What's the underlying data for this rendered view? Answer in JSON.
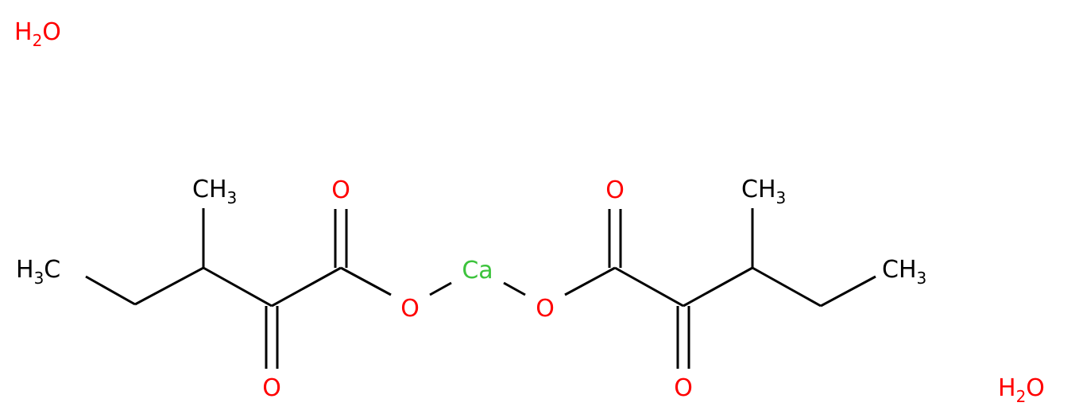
{
  "colors": {
    "carbon": "#000000",
    "oxygen": "#ff0000",
    "calcium": "#3cc33c",
    "background": "#ffffff"
  },
  "water": {
    "top_left": {
      "h": "H",
      "sub": "2",
      "o": "O"
    },
    "bottom_right": {
      "h": "H",
      "sub": "2",
      "o": "O"
    }
  },
  "calcium": "Ca",
  "left_ligand": {
    "ketone_o": "O",
    "carboxyl_o": "O",
    "ester_o": "O",
    "methyl_c": "CH",
    "methyl_sub": "3",
    "ethyl_h": "H",
    "ethyl_sub": "3",
    "ethyl_c": "C"
  },
  "right_ligand": {
    "ketone_o": "O",
    "carboxyl_o": "O",
    "ester_o": "O",
    "methyl_c": "CH",
    "methyl_sub": "3",
    "ethyl_c": "CH",
    "ethyl_sub": "3"
  }
}
